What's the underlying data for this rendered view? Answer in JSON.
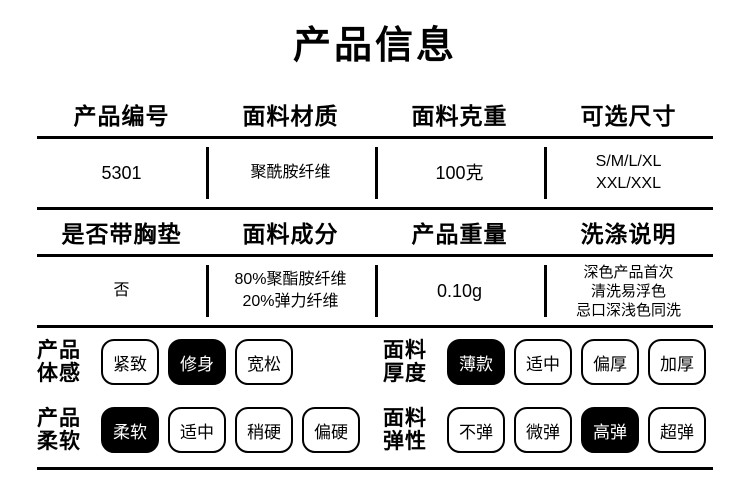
{
  "title": "产品信息",
  "spec_table": {
    "header_row_1": [
      "产品编号",
      "面料材质",
      "面料克重",
      "可选尺寸"
    ],
    "data_row_1": {
      "product_number": "5301",
      "fabric_material": "聚酰胺纤维",
      "fabric_weight": "100克",
      "sizes_line1": "S/M/L/XL",
      "sizes_line2": "XXL/XXL"
    },
    "header_row_2": [
      "是否带胸垫",
      "面料成分",
      "产品重量",
      "洗涤说明"
    ],
    "data_row_2": {
      "has_bra_pad": "否",
      "composition_line1": "80%聚酯胺纤维",
      "composition_line2": "20%弹力纤维",
      "product_weight": "0.10g",
      "wash_line1": "深色产品首次",
      "wash_line2": "清洗易浮色",
      "wash_line3": "忌口深浅色同洗"
    }
  },
  "attributes": [
    {
      "label": "产品\n体感",
      "options": [
        {
          "text": "紧致",
          "selected": false
        },
        {
          "text": "修身",
          "selected": true
        },
        {
          "text": "宽松",
          "selected": false
        }
      ]
    },
    {
      "label": "面料\n厚度",
      "options": [
        {
          "text": "薄款",
          "selected": true
        },
        {
          "text": "适中",
          "selected": false
        },
        {
          "text": "偏厚",
          "selected": false
        },
        {
          "text": "加厚",
          "selected": false
        }
      ]
    },
    {
      "label": "产品\n柔软",
      "options": [
        {
          "text": "柔软",
          "selected": true
        },
        {
          "text": "适中",
          "selected": false
        },
        {
          "text": "稍硬",
          "selected": false
        },
        {
          "text": "偏硬",
          "selected": false
        }
      ]
    },
    {
      "label": "面料\n弹性",
      "options": [
        {
          "text": "不弹",
          "selected": false
        },
        {
          "text": "微弹",
          "selected": false
        },
        {
          "text": "高弹",
          "selected": true
        },
        {
          "text": "超弹",
          "selected": false
        }
      ]
    }
  ],
  "colors": {
    "background": "#ffffff",
    "foreground": "#000000",
    "selected_background": "#000000",
    "selected_foreground": "#ffffff"
  }
}
